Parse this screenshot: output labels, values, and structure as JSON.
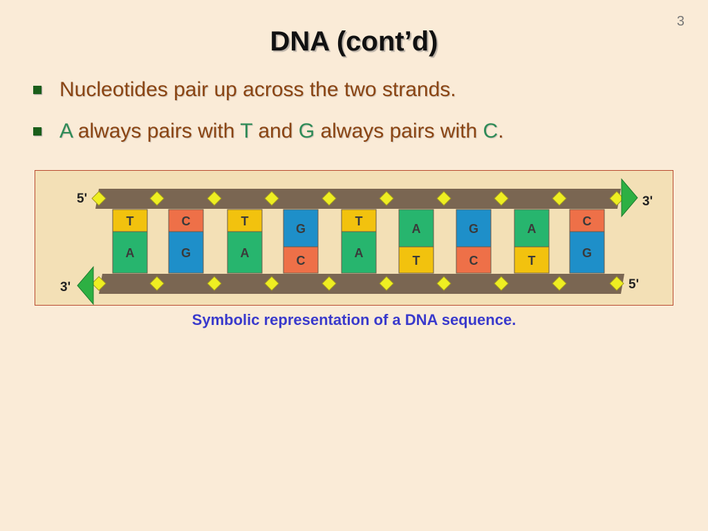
{
  "slide": {
    "number": "3",
    "title": "DNA (cont’d)"
  },
  "bullets": {
    "b1": {
      "text": "Nucleotides pair up across the two strands."
    },
    "b2": {
      "p1": "A",
      "p2": " always pairs with ",
      "p3": "T",
      "p4": " and ",
      "p5": "G",
      "p6": " always pairs with ",
      "p7": "C",
      "p8": "."
    }
  },
  "diagram": {
    "top_left_label": "5'",
    "top_right_label": "3'",
    "bottom_left_label": "3'",
    "bottom_right_label": "5'",
    "pairs": [
      {
        "top": "T",
        "bottom": "A"
      },
      {
        "top": "C",
        "bottom": "G"
      },
      {
        "top": "T",
        "bottom": "A"
      },
      {
        "top": "G",
        "bottom": "C"
      },
      {
        "top": "T",
        "bottom": "A"
      },
      {
        "top": "A",
        "bottom": "T"
      },
      {
        "top": "G",
        "bottom": "C"
      },
      {
        "top": "A",
        "bottom": "T"
      },
      {
        "top": "C",
        "bottom": "G"
      }
    ]
  },
  "colors": {
    "A": "#27B56E",
    "T": "#F2C20E",
    "G": "#1E8FC9",
    "C": "#EE7048",
    "backbone": "#7A6652",
    "connector": "#EEEE22",
    "arrow": "#2DB043"
  },
  "caption": "Symbolic representation of a DNA sequence."
}
